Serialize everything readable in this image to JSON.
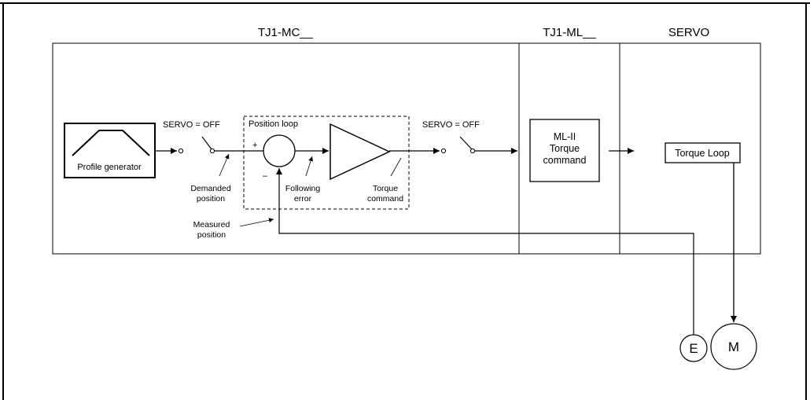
{
  "sections": {
    "mc": "TJ1-MC__",
    "ml": "TJ1-ML__",
    "servo": "SERVO"
  },
  "blocks": {
    "profile_generator": "Profile generator",
    "position_loop": "Position loop",
    "ml_torque": [
      "ML-II",
      "Torque",
      "command"
    ],
    "torque_loop": "Torque Loop",
    "encoder": "E",
    "motor": "M"
  },
  "switches": {
    "servo_switch_1": "SERVO = OFF",
    "servo_switch_2": "SERVO = OFF"
  },
  "signs": {
    "plus": "+",
    "minus": "–"
  },
  "annotations": {
    "demanded_position": [
      "Demanded",
      "position"
    ],
    "following_error": [
      "Following",
      "error"
    ],
    "torque_command": [
      "Torque",
      "command"
    ],
    "measured_position": [
      "Measured",
      "position"
    ]
  }
}
